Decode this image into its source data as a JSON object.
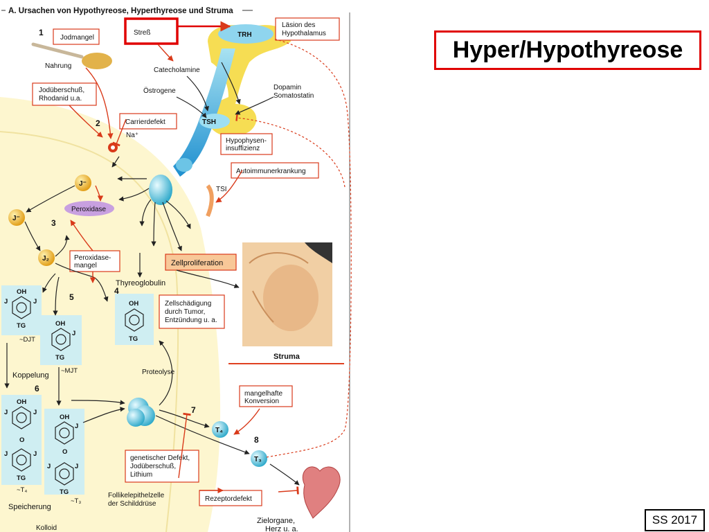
{
  "slide": {
    "title": "Hyper/Hypothyreose",
    "semester": "SS 2017"
  },
  "figure": {
    "header": "A. Ursachen von Hypothyreose, Hyperthyreose und Struma",
    "boxes": {
      "jodmangel": "Jodmangel",
      "stress": "Streß",
      "hypothalamus": [
        "Läsion des",
        "Hypothalamus"
      ],
      "jodueberschuss": [
        "Jodüberschuß,",
        "Rhodanid u.a."
      ],
      "carrier": "Carrierdefekt",
      "hypophyse": [
        "Hypophysen-",
        "insuffizienz"
      ],
      "autoimmun": "Autoimmunerkrankung",
      "peroxidasemangel": [
        "Peroxidase-",
        "mangel"
      ],
      "zellproliferation": "Zellproliferation",
      "zellschaedigung": [
        "Zellschädigung",
        "durch Tumor,",
        "Entzündung u. a."
      ],
      "konversion": [
        "mangelhafte",
        "Konversion"
      ],
      "genetisch": [
        "genetischer Defekt,",
        "Jodüberschuß,",
        "Lithium"
      ],
      "rezeptor": "Rezeptordefekt"
    },
    "labels": {
      "nahrung": "Nahrung",
      "catecholamine": "Catecholamine",
      "oestrogene": "Östrogene",
      "dopamin": [
        "Dopamin",
        "Somatostatin"
      ],
      "trh": "TRH",
      "tsh": "TSH",
      "tsi": "TSI",
      "na": "Na⁺",
      "j_minus": "J⁻",
      "j2": "J₂",
      "peroxidase": "Peroxidase",
      "thyreoglobulin": "Thyreoglobulin",
      "proteolyse": "Proteolyse",
      "koppelung": "Koppelung",
      "speicherung": "Speicherung",
      "kolloid": "Kolloid",
      "follikel": [
        "Follikelepithelzelle",
        "der Schilddrüse"
      ],
      "zielorgane": [
        "Zielorgane,",
        "Herz u. a."
      ],
      "struma": "Struma",
      "t4": "T₄",
      "t3": "T₃",
      "djt": "~DJT",
      "mjt": "~MJT",
      "mt4": "~T₄",
      "mt3": "~T₃",
      "oh": "OH",
      "j": "J",
      "tg": "TG",
      "o": "O"
    },
    "step_numbers": [
      "1",
      "2",
      "3",
      "4",
      "5",
      "6",
      "7",
      "8"
    ]
  }
}
